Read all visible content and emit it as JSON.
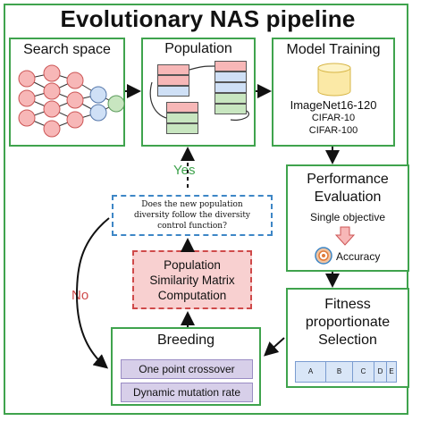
{
  "title": "Evolutionary NAS pipeline",
  "search_space": {
    "label": "Search space"
  },
  "population": {
    "label": "Population"
  },
  "model_training": {
    "label": "Model Training",
    "datasets": [
      "ImageNet16-120",
      "CIFAR-10",
      "CIFAR-100"
    ]
  },
  "performance": {
    "label_line1": "Performance",
    "label_line2": "Evaluation",
    "objective": "Single objective",
    "metric": "Accuracy"
  },
  "fitness": {
    "label_line1": "Fitness",
    "label_line2": "proportionate",
    "label_line3": "Selection",
    "segments": [
      "A",
      "B",
      "C",
      "D",
      "E"
    ]
  },
  "breeding": {
    "label": "Breeding",
    "operators": [
      "One point crossover",
      "Dynamic mutation rate"
    ]
  },
  "similarity": {
    "line1": "Population",
    "line2": "Similarity Matrix",
    "line3": "Computation"
  },
  "decision": {
    "line1": "Does the new population",
    "line2": "diversity follow the diversity",
    "line3": "control function?"
  },
  "edges": {
    "yes": "Yes",
    "no": "No"
  },
  "colors": {
    "green_border": "#3fa34d",
    "red_dashed": "#cf4a4a",
    "blue_dashed": "#3d86c6",
    "node_red": "#f7b7b7",
    "node_blue": "#cfe0f6",
    "node_green": "#c8e6c0"
  }
}
